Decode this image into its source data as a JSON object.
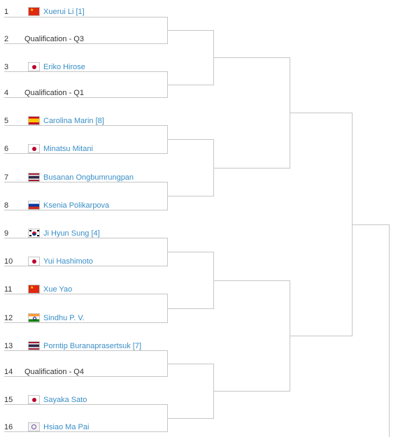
{
  "draw": {
    "entries": [
      {
        "seed": "1",
        "name": "Xuerui Li [1]",
        "flag": "cn",
        "flag_icon": "china-flag-icon"
      },
      {
        "seed": "2",
        "qualifier": "Qualification - Q3"
      },
      {
        "seed": "3",
        "name": "Eriko Hirose",
        "flag": "jp",
        "flag_icon": "japan-flag-icon"
      },
      {
        "seed": "4",
        "qualifier": "Qualification - Q1"
      },
      {
        "seed": "5",
        "name": "Carolina Marin [8]",
        "flag": "es",
        "flag_icon": "spain-flag-icon"
      },
      {
        "seed": "6",
        "name": "Minatsu Mitani",
        "flag": "jp",
        "flag_icon": "japan-flag-icon"
      },
      {
        "seed": "7",
        "name": "Busanan Ongbumrungpan",
        "flag": "th",
        "flag_icon": "thailand-flag-icon"
      },
      {
        "seed": "8",
        "name": "Ksenia Polikarpova",
        "flag": "ru",
        "flag_icon": "russia-flag-icon"
      },
      {
        "seed": "9",
        "name": "Ji Hyun Sung [4]",
        "flag": "kr",
        "flag_icon": "korea-flag-icon"
      },
      {
        "seed": "10",
        "name": "Yui Hashimoto",
        "flag": "jp",
        "flag_icon": "japan-flag-icon"
      },
      {
        "seed": "11",
        "name": "Xue Yao",
        "flag": "cn",
        "flag_icon": "china-flag-icon"
      },
      {
        "seed": "12",
        "name": "Sindhu P. V.",
        "flag": "in",
        "flag_icon": "india-flag-icon"
      },
      {
        "seed": "13",
        "name": "Porntip Buranaprasertsuk [7]",
        "flag": "th",
        "flag_icon": "thailand-flag-icon"
      },
      {
        "seed": "14",
        "qualifier": "Qualification - Q4"
      },
      {
        "seed": "15",
        "name": "Sayaka Sato",
        "flag": "jp",
        "flag_icon": "japan-flag-icon"
      },
      {
        "seed": "16",
        "name": "Hsiao Ma Pai",
        "flag": "tpe",
        "flag_icon": "chinese-taipei-flag-icon"
      }
    ]
  },
  "colors": {
    "link": "#3a8ec6",
    "text": "#333333",
    "bracket_line": "#c6c6c6"
  }
}
